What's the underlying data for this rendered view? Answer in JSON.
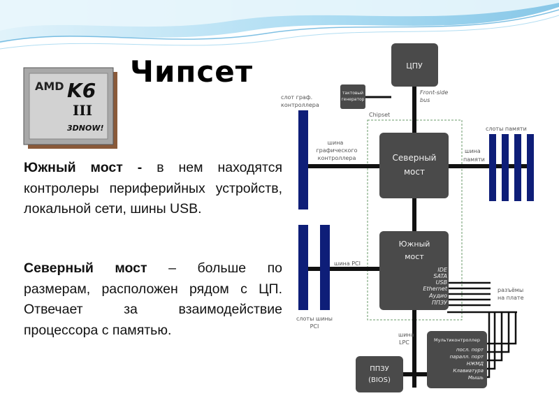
{
  "slide": {
    "title": "Чипсет",
    "south_bold": "Южный мост -",
    "south_text": " в нем находятся контролеры периферийных устройств, локальной сети, шины USB.",
    "north_bold": "Северный мост",
    "north_text": " – больше по размерам, расположен рядом с ЦП. Отвечает за взаимодействие процессора с памятью."
  },
  "chip": {
    "brand": "AMD",
    "model": "K6",
    "suffix": "III",
    "tagline": "3DNOW!"
  },
  "diagram": {
    "cpu": "ЦПУ",
    "front_side_bus": [
      "Front-side",
      "bus"
    ],
    "clock_gen": [
      "тактовый",
      "генератор"
    ],
    "graphics_slot": [
      "слот граф.",
      "контроллера"
    ],
    "chipset": "Chipset",
    "memory_slots": "слоты памяти",
    "graphics_bus": [
      "шина",
      "графического",
      "контроллера"
    ],
    "north_bridge": [
      "Северный",
      "мост"
    ],
    "memory_bus": [
      "шина",
      "памяти"
    ],
    "south_bridge": [
      "Южный",
      "мост"
    ],
    "pci_bus": "шина PCI",
    "south_ports": [
      "IDE",
      "SATA",
      "USB",
      "Ethernet",
      "Аудио",
      "ППЗУ"
    ],
    "onboard_connectors": [
      "разъёмы",
      "на плате"
    ],
    "pci_slots": [
      "слоты шины",
      "PCI"
    ],
    "lpc_bus": [
      "шина",
      "LPC"
    ],
    "bios": [
      "ППЗУ",
      "(BIOS)"
    ],
    "multicontroller": "Мультиконтроллер",
    "multi_ports": [
      "посл. порт",
      "паралл. порт",
      "НЖМД",
      "Клавиатура",
      "Мышь"
    ]
  },
  "colors": {
    "slot_blue": "#0e1e78",
    "box_gray": "#4a4a4a",
    "bus_black": "#111111",
    "label_gray": "#555555",
    "wave_blue": "#7cc4e8"
  }
}
